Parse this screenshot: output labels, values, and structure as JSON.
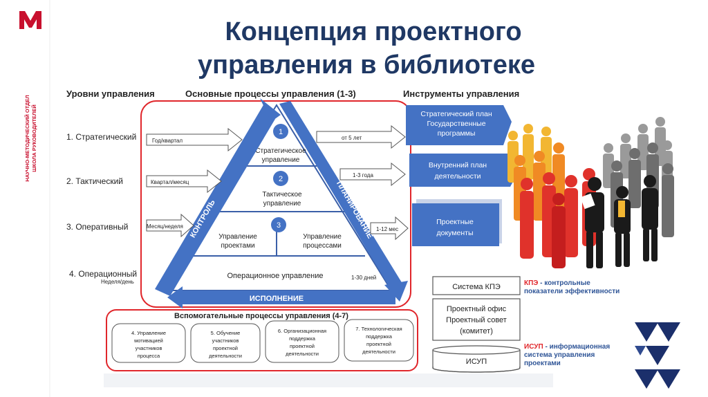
{
  "sidebar": {
    "logo_letter": "M",
    "org_line1": "НАУЧНО-МЕТОДИЧЕСКИЙ ОТДЕЛ",
    "org_line2": "ШКОЛА РУКОВОДИТЕЛЕЙ"
  },
  "title": {
    "line1": "Концепция проектного",
    "line2": "управления в библиотеке"
  },
  "headers": {
    "levels": "Уровни управления",
    "processes": "Основные процессы управления (1-3)",
    "tools": "Инструменты управления"
  },
  "levels": [
    {
      "label": "1. Стратегический",
      "period": "Год/квартал",
      "horizon": "от 5 лет"
    },
    {
      "label": "2. Тактический",
      "period": "Квартал/месяц",
      "horizon": "1-3 года"
    },
    {
      "label": "3. Оперативный",
      "period": "Месяц/неделя",
      "horizon": "1-12 мес"
    },
    {
      "label": "4. Операционный",
      "period": "Неделя/день",
      "horizon": "1-30 дней"
    }
  ],
  "pyramid": {
    "n1": "1",
    "strategic_a": "Стратегическое",
    "strategic_b": "управление",
    "n2": "2",
    "tactical_a": "Тактическое",
    "tactical_b": "управление",
    "n3": "3",
    "projects_a": "Управление",
    "projects_b": "проектами",
    "processes_a": "Управление",
    "processes_b": "процессами",
    "operational": "Операционное управление",
    "left_arrow": "КОНТРОЛЬ",
    "right_arrow": "ПЛАНИРОВАНИЕ",
    "bottom_arrow": "ИСПОЛНЕНИЕ"
  },
  "tools": {
    "strategic_1": "Стратегический план",
    "strategic_2": "Государственные",
    "strategic_3": "программы",
    "internal_1": "Внутренний план",
    "internal_2": "деятельности",
    "project_1": "Проектные",
    "project_2": "документы"
  },
  "aux": {
    "title": "Вспомогательные процессы управления (4-7)",
    "items": [
      {
        "l1": "4. Управление",
        "l2": "мотивацией",
        "l3": "участников",
        "l4": "процесса"
      },
      {
        "l1": "5. Обучение",
        "l2": "участников",
        "l3": "проектной",
        "l4": "деятельности"
      },
      {
        "l1": "6. Организационная",
        "l2": "поддержка",
        "l3": "проектной",
        "l4": "деятельности"
      },
      {
        "l1": "7. Технологическая",
        "l2": "поддержка",
        "l3": "проектной",
        "l4": "деятельности"
      }
    ]
  },
  "systems": {
    "kpe_box": "Система КПЭ",
    "office_1": "Проектный офис",
    "office_2": "Проектный совет",
    "office_3": "(комитет)",
    "isup_box": "ИСУП",
    "kpe_abbr": "КПЭ",
    "kpe_rest1": " - контрольные",
    "kpe_rest2": "показатели эффективности",
    "isup_abbr": "ИСУП",
    "isup_rest1": " - информационная",
    "isup_rest2": "система управления",
    "isup_rest3": "проектами"
  },
  "colors": {
    "primary_blue": "#4472C4",
    "dark_blue": "#2F5597",
    "title_navy": "#1F3864",
    "frame_red": "#E0262B",
    "brand_red": "#C8102E",
    "navy_triangle": "#1B2F6B"
  }
}
